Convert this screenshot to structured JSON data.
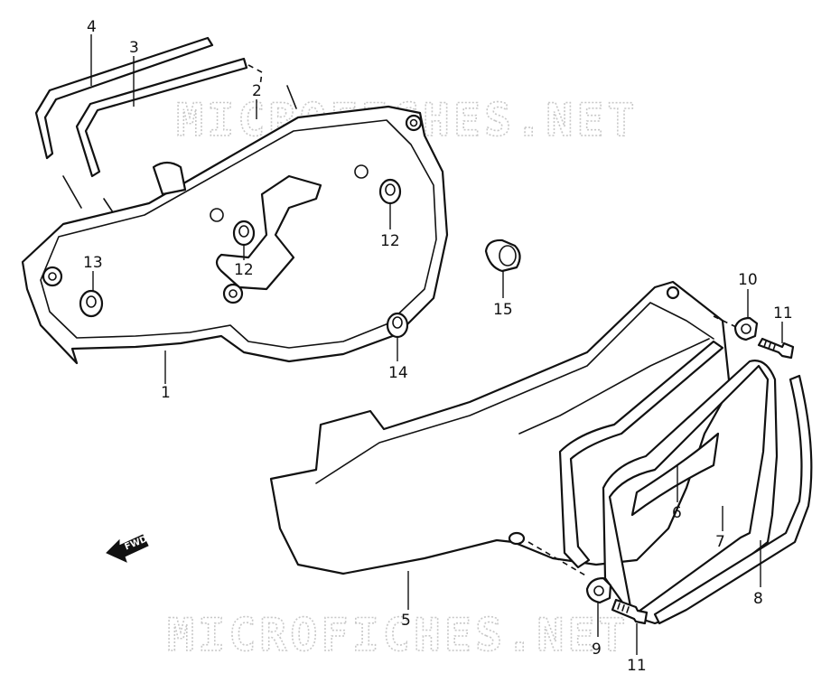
{
  "watermark": {
    "text": "MICROFICHES.NET"
  },
  "direction_label": "FWD",
  "callouts": {
    "c1": "1",
    "c2": "2",
    "c3": "3",
    "c4": "4",
    "c5": "5",
    "c6": "6",
    "c7": "7",
    "c8": "8",
    "c9": "9",
    "c10": "10",
    "c11a": "11",
    "c11b": "11",
    "c12a": "12",
    "c12b": "12",
    "c13": "13",
    "c14": "14",
    "c15": "15"
  }
}
